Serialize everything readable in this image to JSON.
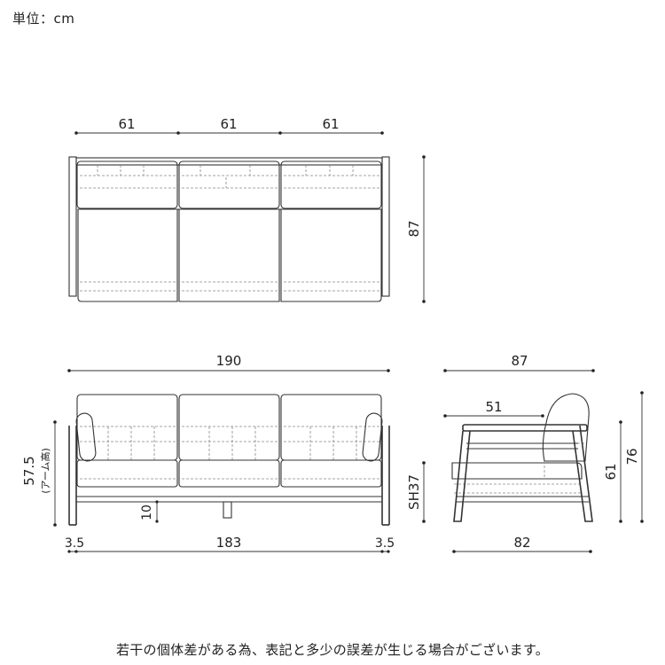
{
  "unit_label": "単位：cm",
  "footer_note": "若干の個体差がある為、表記と多少の誤差が生じる場合がございます。",
  "top_view": {
    "seat_widths": [
      "61",
      "61",
      "61"
    ],
    "depth": "87"
  },
  "front_view": {
    "overall_width": "190",
    "arm_height": "57.5",
    "arm_height_note": "(アーム高)",
    "leg_height": "10",
    "arm_thickness_left": "3.5",
    "inner_width": "183",
    "arm_thickness_right": "3.5"
  },
  "side_view": {
    "depth": "87",
    "seat_depth": "51",
    "seat_height": "SH37",
    "arm_height": "61",
    "overall_height": "76",
    "frame_depth": "82"
  }
}
